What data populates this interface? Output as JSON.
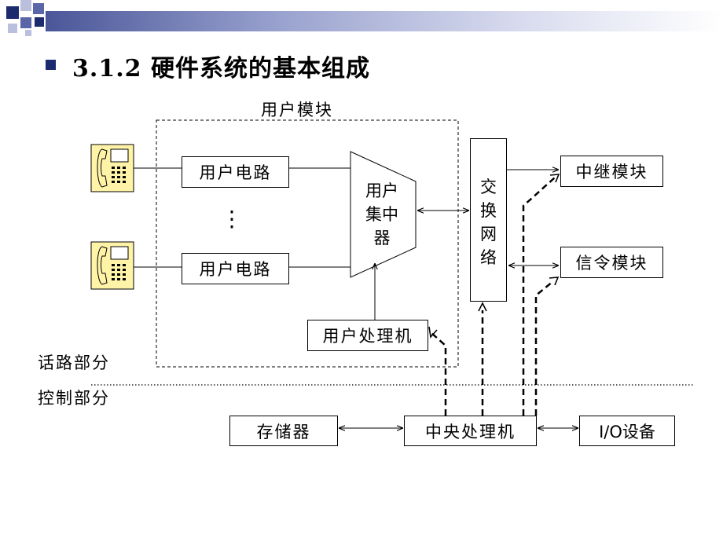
{
  "title": "3.1.2  硬件系统的基本组成",
  "diagram": {
    "user_module_label": "用户模块",
    "user_circuit_1": "用户电路",
    "user_circuit_2": "用户电路",
    "ellipsis": "⋮",
    "concentrator_line1": "用户",
    "concentrator_line2": "集中",
    "concentrator_line3": "器",
    "user_processor": "用户处理机",
    "switch_network_chars": [
      "交",
      "换",
      "网",
      "络"
    ],
    "trunk_module": "中继模块",
    "signaling_module": "信令模块",
    "voice_part": "话路部分",
    "control_part": "控制部分",
    "memory": "存储器",
    "cpu": "中央处理机",
    "io_device": "I/O设备"
  },
  "colors": {
    "bullet": "#1c2a6e",
    "phone_fill": "#fff3a8",
    "deco_dark": "#1c2a6e",
    "deco_mid": "#5a66a8",
    "deco_light": "#b9bfdd"
  }
}
